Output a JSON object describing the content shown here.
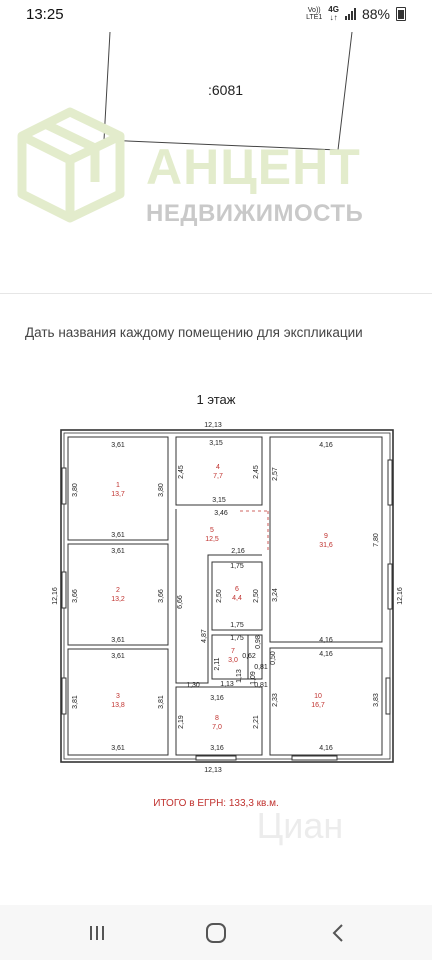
{
  "status": {
    "time": "13:25",
    "volte": "Vo))",
    "lte": "LTE1",
    "net": "4G",
    "battery": "88%"
  },
  "header_image": {
    "cadastral_number": ":6081",
    "logo_main": "АНЦЕНТ",
    "logo_sub": "НЕДВИЖИМОСТЬ"
  },
  "description": "Дать названия каждому помещению для экспликации",
  "plan": {
    "title": "1 этаж",
    "total": "ИТОГО в ЕГРН: 133,3 кв.м.",
    "overall": {
      "top": "12,13",
      "bottom": "12,13",
      "left": "12,16",
      "right": "12,16"
    },
    "rooms": [
      {
        "num": "1",
        "area": "13,7",
        "top": "3,61",
        "bottom": "3,61",
        "left": "3,80",
        "right": "3,80"
      },
      {
        "num": "2",
        "area": "13,2",
        "top": "3,61",
        "bottom": "3,61",
        "left": "3,66",
        "right": "3,66"
      },
      {
        "num": "3",
        "area": "13,8",
        "top": "3,61",
        "bottom": "3,61",
        "left": "3,81",
        "right": "3,81"
      },
      {
        "num": "4",
        "area": "7,7",
        "top": "3,15",
        "bottom": "3,15",
        "left": "2,45",
        "right": "2,45"
      },
      {
        "num": "5",
        "area": "12,5",
        "top": "3,46",
        "inner": "2,16",
        "left": "6,66",
        "lower": "4,87"
      },
      {
        "num": "6",
        "area": "4,4",
        "top": "1,75",
        "bottom": "1,75",
        "left": "2,50",
        "right": "2,50"
      },
      {
        "num": "7",
        "area": "3,0",
        "top": "1,75",
        "left": "2,11",
        "right": "0,98",
        "mid": "0,62",
        "bottom": "1,13",
        "sub": "1,13"
      },
      {
        "num": "8",
        "area": "7,0",
        "top": "3,16",
        "bottom": "3,16",
        "left": "2,19",
        "right": "2,21",
        "corridor": "1,30",
        "corner": "3,16"
      },
      {
        "num": "9",
        "area": "31,6",
        "top": "4,16",
        "bottom": "4,16",
        "left": "2,57",
        "leftlow": "3,24",
        "right": "7,80"
      },
      {
        "num": "10",
        "area": "16,7",
        "top": "4,16",
        "bottom": "4,16",
        "left": "2,33",
        "right": "3,83"
      },
      {
        "num": "",
        "area": "",
        "a": "0,81",
        "b": "0,81",
        "c": "1,09",
        "d": "0,50"
      }
    ]
  },
  "watermark": "Циан",
  "colors": {
    "red": "#c0322f",
    "wall": "#333333",
    "logo_green": "#e3eccc",
    "logo_gray": "#c9c9c9"
  }
}
